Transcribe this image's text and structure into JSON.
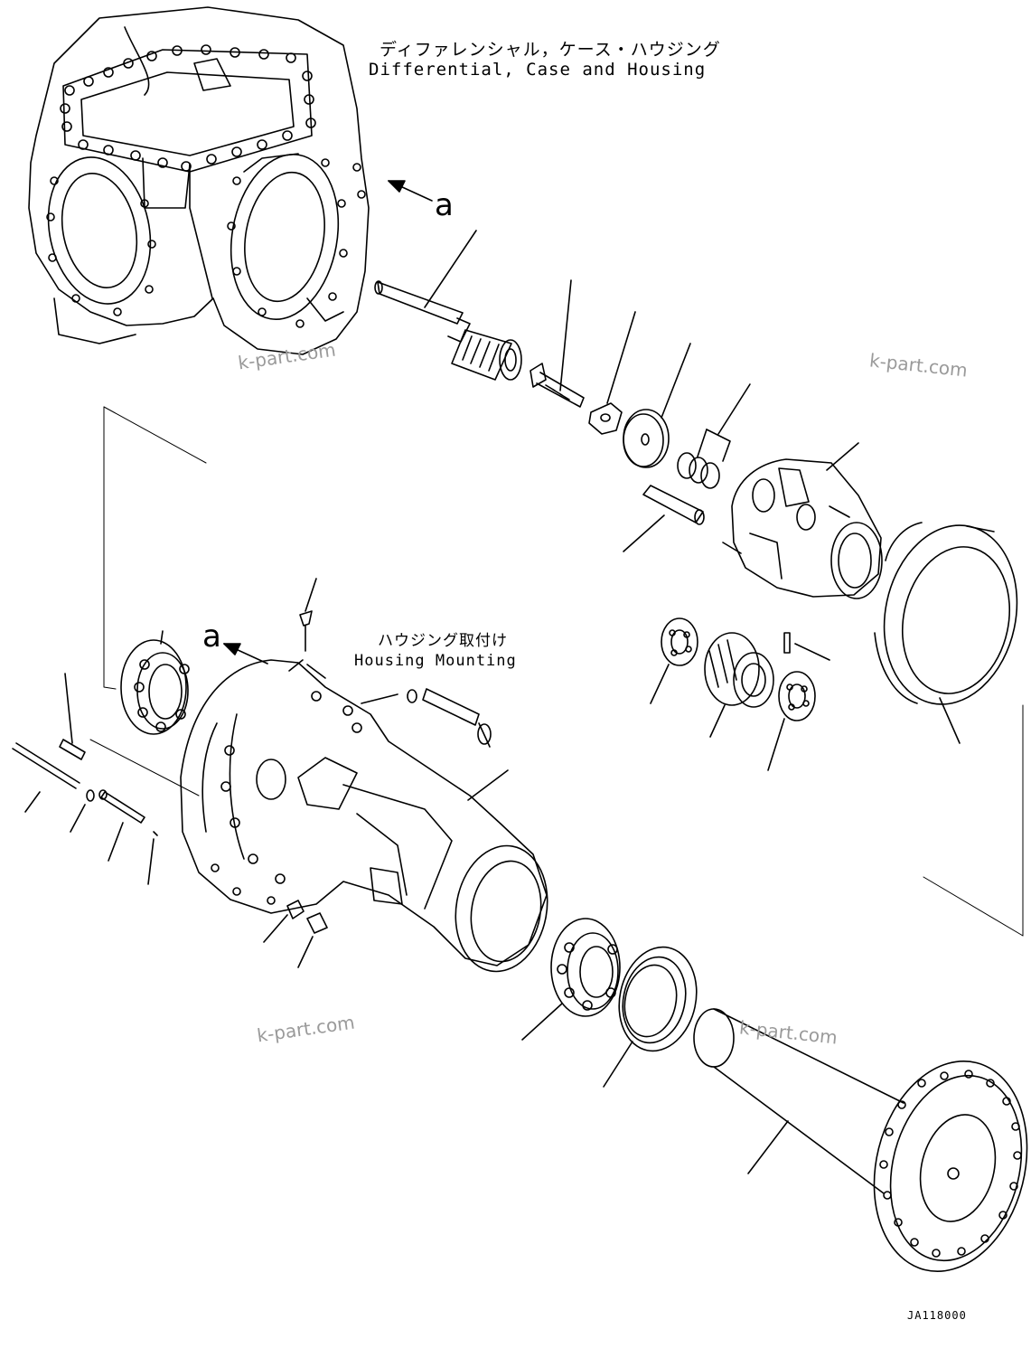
{
  "title": {
    "japanese": "ディファレンシャル，ケース・ハウジング",
    "english": "Differential, Case and Housing"
  },
  "mounting": {
    "japanese": "ハウジング取付け",
    "english": "Housing Mounting"
  },
  "view_marker": "a",
  "drawing_code": "JA118000",
  "watermark": "k-part.com",
  "colors": {
    "line": "#000000",
    "watermark": "#9a9a9a",
    "background": "#ffffff"
  }
}
